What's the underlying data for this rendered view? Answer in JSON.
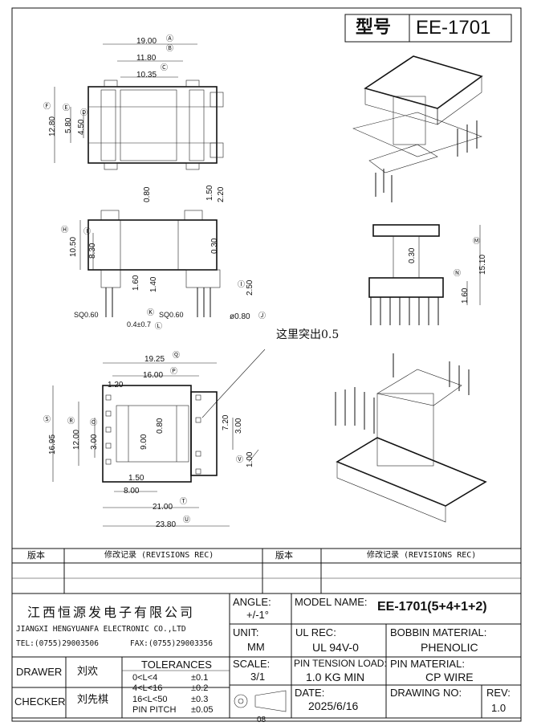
{
  "title_block": {
    "type_label": "型号",
    "type_value": "EE-1701",
    "company_cn": "江西恒源发电子有限公司",
    "company_en": "JIANGXI HENGYUANFA ELECTRONIC CO.,LTD",
    "tel": "TEL:(0755)29003506",
    "fax": "FAX:(0755)29003356",
    "angle_label": "ANGLE:",
    "angle_value": "+/-1°",
    "unit_label": "UNIT:",
    "unit_value": "MM",
    "scale_label": "SCALE:",
    "scale_value": "3/1",
    "model_label": "MODEL NAME:",
    "model_value": "EE-1701(5+4+1+2)",
    "ul_label": "UL REC:",
    "ul_value": "UL 94V-0",
    "bobbin_label": "BOBBIN MATERIAL:",
    "bobbin_value": "PHENOLIC",
    "pin_tension_label": "PIN TENSION LOAD:",
    "pin_tension_value": "1.0 KG MIN",
    "pin_material_label": "PIN MATERIAL:",
    "pin_material_value": "CP WIRE",
    "date_label": "DATE:",
    "date_value": "2025/6/16",
    "drawing_no_label": "DRAWING NO:",
    "rev_label": "REV:",
    "rev_value": "1.0",
    "drawer_label": "DRAWER",
    "drawer_name": "刘欢",
    "checker_label": "CHECKER",
    "checker_name": "刘先棋",
    "tolerances_label": "TOLERANCES",
    "tolerances": [
      {
        "range": "0<L<4",
        "tol": "±0.1"
      },
      {
        "range": "4<L<16",
        "tol": "±0.2"
      },
      {
        "range": "16<L<50",
        "tol": "±0.3"
      },
      {
        "range": "PIN PITCH",
        "tol": "±0.05"
      }
    ],
    "page_number": "08"
  },
  "revisions": {
    "version_label": "版本",
    "record_label": "修改记录 (REVISIONS REC)"
  },
  "note": "这里突出0.5",
  "dims": {
    "top": {
      "A": "19.00",
      "B": "11.80",
      "C": "10.35",
      "F": "12.80",
      "E": "5.80",
      "D": "4.50"
    },
    "front": {
      "a": "0.80",
      "b": "1.50",
      "c": "2.20",
      "h": "10.50",
      "i": "8.30",
      "j": "0.30",
      "k": "1.60",
      "l": "1.40",
      "m": "2.50",
      "sq1": "SQ0.60",
      "sq2": "SQ0.60",
      "pitch": "0.4±0.7",
      "dia": "ø0.80"
    },
    "side": {
      "M": "15.10",
      "N": "1.60",
      "t": "0.30"
    },
    "bottom": {
      "Q": "19.25",
      "P": "16.00",
      "n1": "1.20",
      "S": "16.95",
      "R": "12.00",
      "o": "3.00",
      "p": "9.00",
      "q": "0.80",
      "r": "7.20",
      "s": "3.00",
      "V": "1.00",
      "w": "1.50",
      "x": "8.00",
      "T": "21.00",
      "U": "23.80"
    }
  },
  "circle_labels": {
    "A": "Ⓐ",
    "B": "Ⓑ",
    "C": "Ⓒ",
    "D": "Ⓓ",
    "E": "Ⓔ",
    "F": "Ⓕ",
    "G": "Ⓖ",
    "H": "Ⓗ",
    "I": "Ⓘ",
    "J": "Ⓙ",
    "K": "Ⓚ",
    "L": "Ⓛ",
    "M": "Ⓜ",
    "N": "Ⓝ",
    "O": "Ⓞ",
    "P": "Ⓟ",
    "Q": "Ⓠ",
    "R": "Ⓡ",
    "S": "Ⓢ",
    "T": "Ⓣ",
    "U": "Ⓤ",
    "V": "Ⓥ"
  }
}
